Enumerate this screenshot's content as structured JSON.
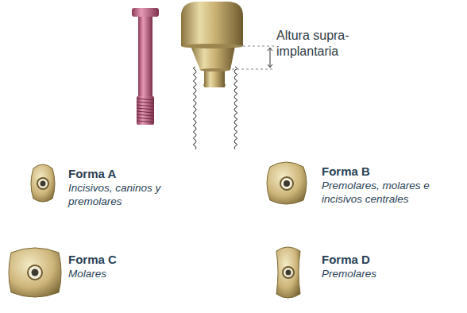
{
  "diagram": {
    "labels": [
      "Altura supra-implantaria",
      "Forma A",
      "Incisivos, caninos y premolares",
      "Forma B",
      "Premolares, molares e incisivos centrales",
      "Forma C",
      "Molares",
      "Forma D",
      "Premolares"
    ]
  }
}
